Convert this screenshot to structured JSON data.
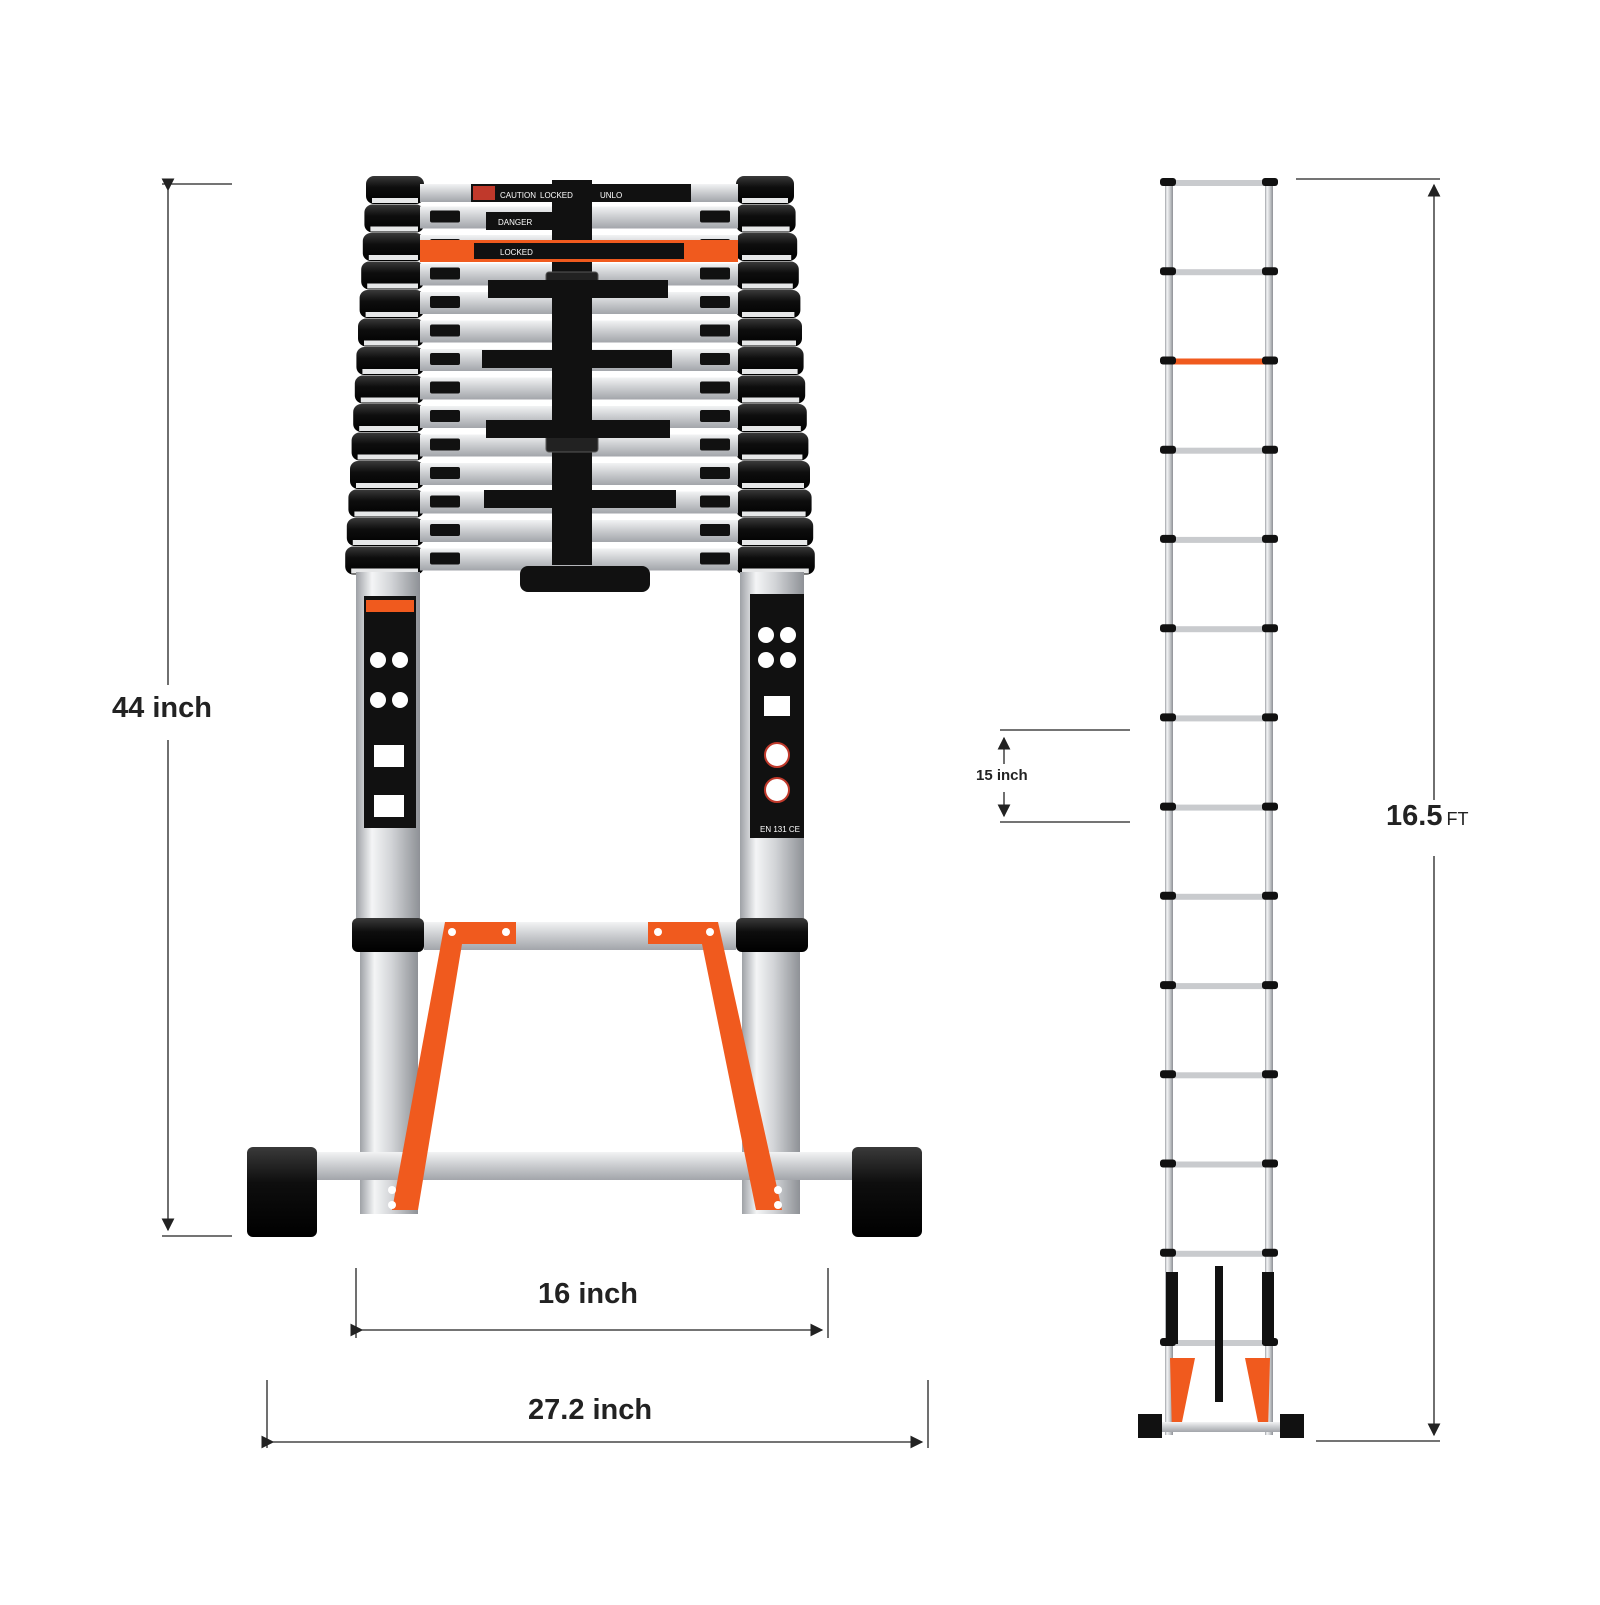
{
  "dimensions": {
    "collapsed_height": "44 inch",
    "inner_width": "16 inch",
    "outer_width": "27.2 inch",
    "rung_spacing": "15 inch",
    "extended_height_value": "16.5",
    "extended_height_unit": "FT"
  },
  "labels": {
    "caution": "CAUTION",
    "danger": "DANGER",
    "locked": "LOCKED",
    "unlocked": "UNLO",
    "standard": "EN 131 CE"
  },
  "colors": {
    "accent_orange": "#f05a1e",
    "black": "#111111",
    "aluminium": "#d9dadc",
    "dimension_line": "#222222"
  },
  "extended_ladder": {
    "rung_count": 14
  },
  "collapsed_ladder": {
    "section_count": 14
  }
}
